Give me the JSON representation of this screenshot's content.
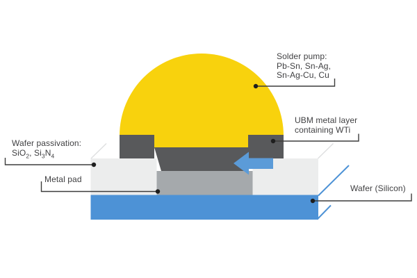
{
  "diagram": {
    "labels": {
      "solder": {
        "line1": "Solder pump:",
        "line2": "Pb-Sn, Sn-Ag,",
        "line3": "Sn-Ag-Cu, Cu"
      },
      "ubm": {
        "line1": "UBM metal layer",
        "line2": "containing WTi"
      },
      "passivation": {
        "line1": "Wafer passivation:",
        "formula": {
          "p1": "SiO",
          "s1": "2",
          "p2": ", Si",
          "s2": "3",
          "p3": "N",
          "s3": "4"
        }
      },
      "metal_pad": "Metal pad",
      "wafer": "Wafer (Silicon)"
    },
    "colors": {
      "solder_yellow": "#F8D20D",
      "ubm_dark_gray": "#58595B",
      "metal_pad_gray": "#A5A9AC",
      "passivation_light_gray": "#ECEDED",
      "wafer_blue": "#4D92D6",
      "arrow_blue": "#5B9BD8",
      "leader_line": "#3C3C3B",
      "leader_dot": "#1E1E1E",
      "corner_edge_gray": "#DEDFE0",
      "text": "#3F3F41",
      "background": "#FFFFFF"
    }
  }
}
